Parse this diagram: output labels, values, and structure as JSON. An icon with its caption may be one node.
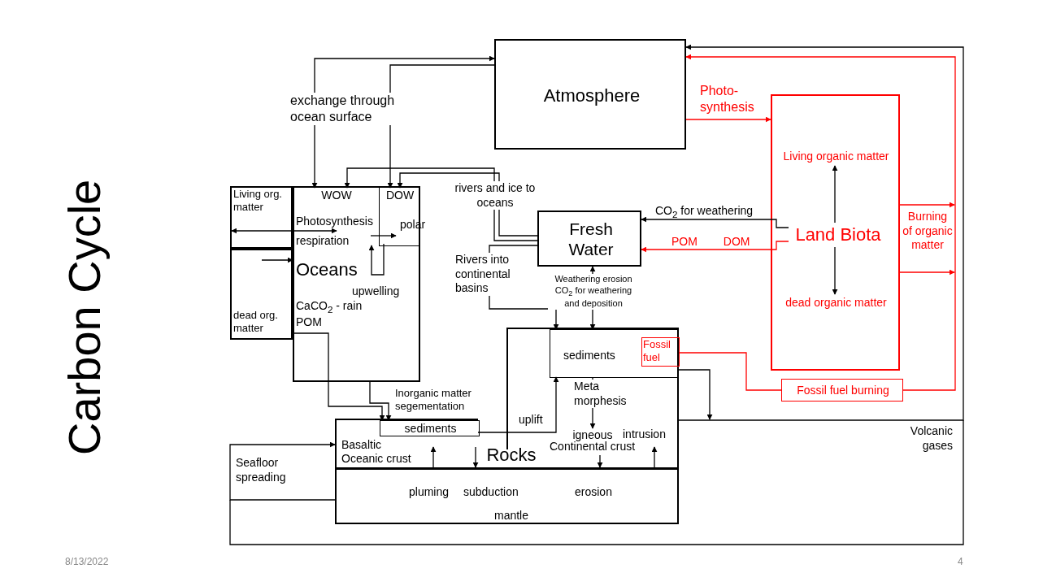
{
  "diagram": {
    "title": "Carbon Cycle",
    "nodes": [
      {
        "text": [
          "Atmosphere"
        ]
      },
      {
        "text": [
          "Oceans"
        ]
      },
      {
        "text": [
          "WOW"
        ],
        "in": 1
      },
      {
        "text": [
          "DOW"
        ],
        "in": 1
      },
      {
        "text": [
          "Living org. matter"
        ]
      },
      {
        "text": [
          "dead org. matter"
        ]
      },
      {
        "text": [
          "Fresh Water"
        ]
      },
      {
        "text": [],
        "shape": "box"
      },
      {
        "text": [
          "Land Biota"
        ],
        "in": 7
      },
      {
        "text": [
          "Living organic matter"
        ],
        "in": 7
      },
      {
        "text": [
          "dead organic matter"
        ],
        "in": 7
      },
      {
        "text": [
          "Rocks"
        ]
      },
      {
        "text": [
          "Basaltic Oceanic crust"
        ],
        "in": 11
      },
      {
        "text": [
          "sediments"
        ],
        "in": 12
      },
      {
        "text": [
          "Continental crust"
        ],
        "in": 11
      },
      {
        "text": [
          "sediments"
        ],
        "in": 14
      },
      {
        "text": [
          "Fossil fuel"
        ],
        "in": 15
      },
      {
        "text": [
          "igneous"
        ],
        "in": 14
      },
      {
        "text": [
          "mantle"
        ],
        "in": 11
      },
      {
        "text": [
          "Fossil fuel burning"
        ]
      }
    ],
    "edges": [
      {
        "from": 2,
        "to": 0,
        "arrow": "both",
        "label": "exchange through ocean surface"
      },
      {
        "from": 0,
        "to": 3,
        "arrow": "to"
      },
      {
        "from": 6,
        "to": 2,
        "arrow": "to",
        "label": "rivers and ice to oceans"
      },
      {
        "from": 6,
        "to": 3,
        "arrow": "to"
      },
      {
        "from": 6,
        "to": 15,
        "arrow": "to",
        "label": "Rivers into continental basins"
      },
      {
        "from": 15,
        "to": 6,
        "arrow": "both",
        "label": "Weathering erosion CO$_{2}$ for weathering and deposition"
      },
      {
        "from": 8,
        "to": 6,
        "arrow": "to",
        "label": "CO$_{2}$ for weathering"
      },
      {
        "from": 8,
        "to": 6,
        "arrow": "to",
        "label": "POM DOM",
        "color": "#ff0000"
      },
      {
        "from": 0,
        "to": 7,
        "arrow": "to",
        "label": "Photo-synthesis",
        "color": "#ff0000"
      },
      {
        "from": 8,
        "to": 9,
        "arrow": "to"
      },
      {
        "from": 8,
        "to": 10,
        "arrow": "to"
      },
      {
        "from": 7,
        "to": 0,
        "arrow": "to",
        "label": "Burning of organic matter",
        "color": "#ff0000"
      },
      {
        "from": 16,
        "to": 19,
        "arrow": "none",
        "color": "#ff0000"
      },
      {
        "from": 19,
        "to": 0,
        "arrow": "to",
        "color": "#ff0000"
      },
      {
        "from": 14,
        "to": 0,
        "arrow": "to",
        "label": "Volcanic gases"
      },
      {
        "from": 15,
        "to": 0,
        "arrow": "to"
      },
      {
        "from": 4,
        "to": 2,
        "arrow": "both",
        "label": "Photosynthesis respiration"
      },
      {
        "from": 5,
        "to": 1,
        "arrow": "to"
      },
      {
        "from": 2,
        "to": 3,
        "arrow": "to",
        "label": "polar"
      },
      {
        "from": 3,
        "to": 2,
        "arrow": "to",
        "label": "upwelling"
      },
      {
        "from": 1,
        "to": 13,
        "arrow": "to",
        "label": "Inorganic matter segementation"
      },
      {
        "from": 5,
        "to": 13,
        "arrow": "to",
        "label": "CaCO$_{2}$ - rain POM"
      },
      {
        "from": 13,
        "to": 15,
        "arrow": "to",
        "label": "uplift"
      },
      {
        "from": 15,
        "to": 17,
        "arrow": "to",
        "label": "Meta morphesis"
      },
      {
        "from": 18,
        "to": 12,
        "arrow": "to",
        "label": "pluming"
      },
      {
        "from": 12,
        "to": 18,
        "arrow": "to",
        "label": "subduction"
      },
      {
        "from": 14,
        "to": 18,
        "arrow": "to",
        "label": "erosion"
      },
      {
        "from": 18,
        "to": 14,
        "arrow": "to",
        "label": "intrusion"
      },
      {
        "from": 18,
        "to": 12,
        "arrow": "to",
        "label": "Seafloor spreading"
      },
      {
        "from": 7,
        "to": 0,
        "arrow": "to",
        "color": "#ff0000"
      }
    ],
    "labels": [
      "8/13/2022",
      "4"
    ]
  }
}
